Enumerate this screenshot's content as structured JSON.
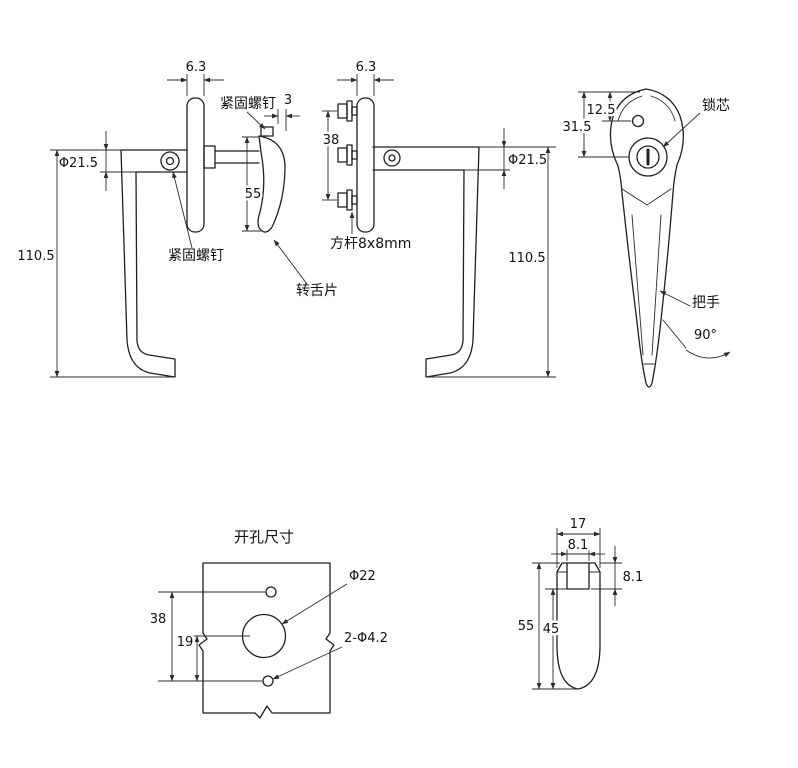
{
  "page": {
    "background": "#ffffff",
    "line_color": "#2b2b2b"
  },
  "drawing": {
    "side_left": {
      "dim_flange_width": "6.3",
      "dim_diameter": "Φ21.5",
      "dim_height": "110.5",
      "label_set_screw_top": "紧固螺钉",
      "dim_gap": "3",
      "dim_tongue_length": "55",
      "label_set_screw_bottom": "紧固螺钉",
      "label_tongue": "转舌片"
    },
    "side_back": {
      "dim_flange_width": "6.3",
      "dim_screw_spacing": "38",
      "dim_diameter": "Φ21.5",
      "dim_height": "110.5",
      "label_square_rod": "方杆8x8mm"
    },
    "front": {
      "dim_hole_offset": "12.5",
      "dim_core_offset": "31.5",
      "label_lock_core": "锁芯",
      "label_handle": "把手",
      "dim_rotation": "90°"
    },
    "cutout": {
      "title": "开孔尺寸",
      "dim_hole_spacing": "38",
      "dim_center_offset": "19",
      "label_main_hole": "Φ22",
      "label_mount_holes": "2-Φ4.2"
    },
    "rod_detail": {
      "dim_width": "17",
      "dim_slot_width": "8.1",
      "dim_slot_depth": "8.1",
      "dim_length": "55",
      "dim_body_length": "45"
    }
  }
}
